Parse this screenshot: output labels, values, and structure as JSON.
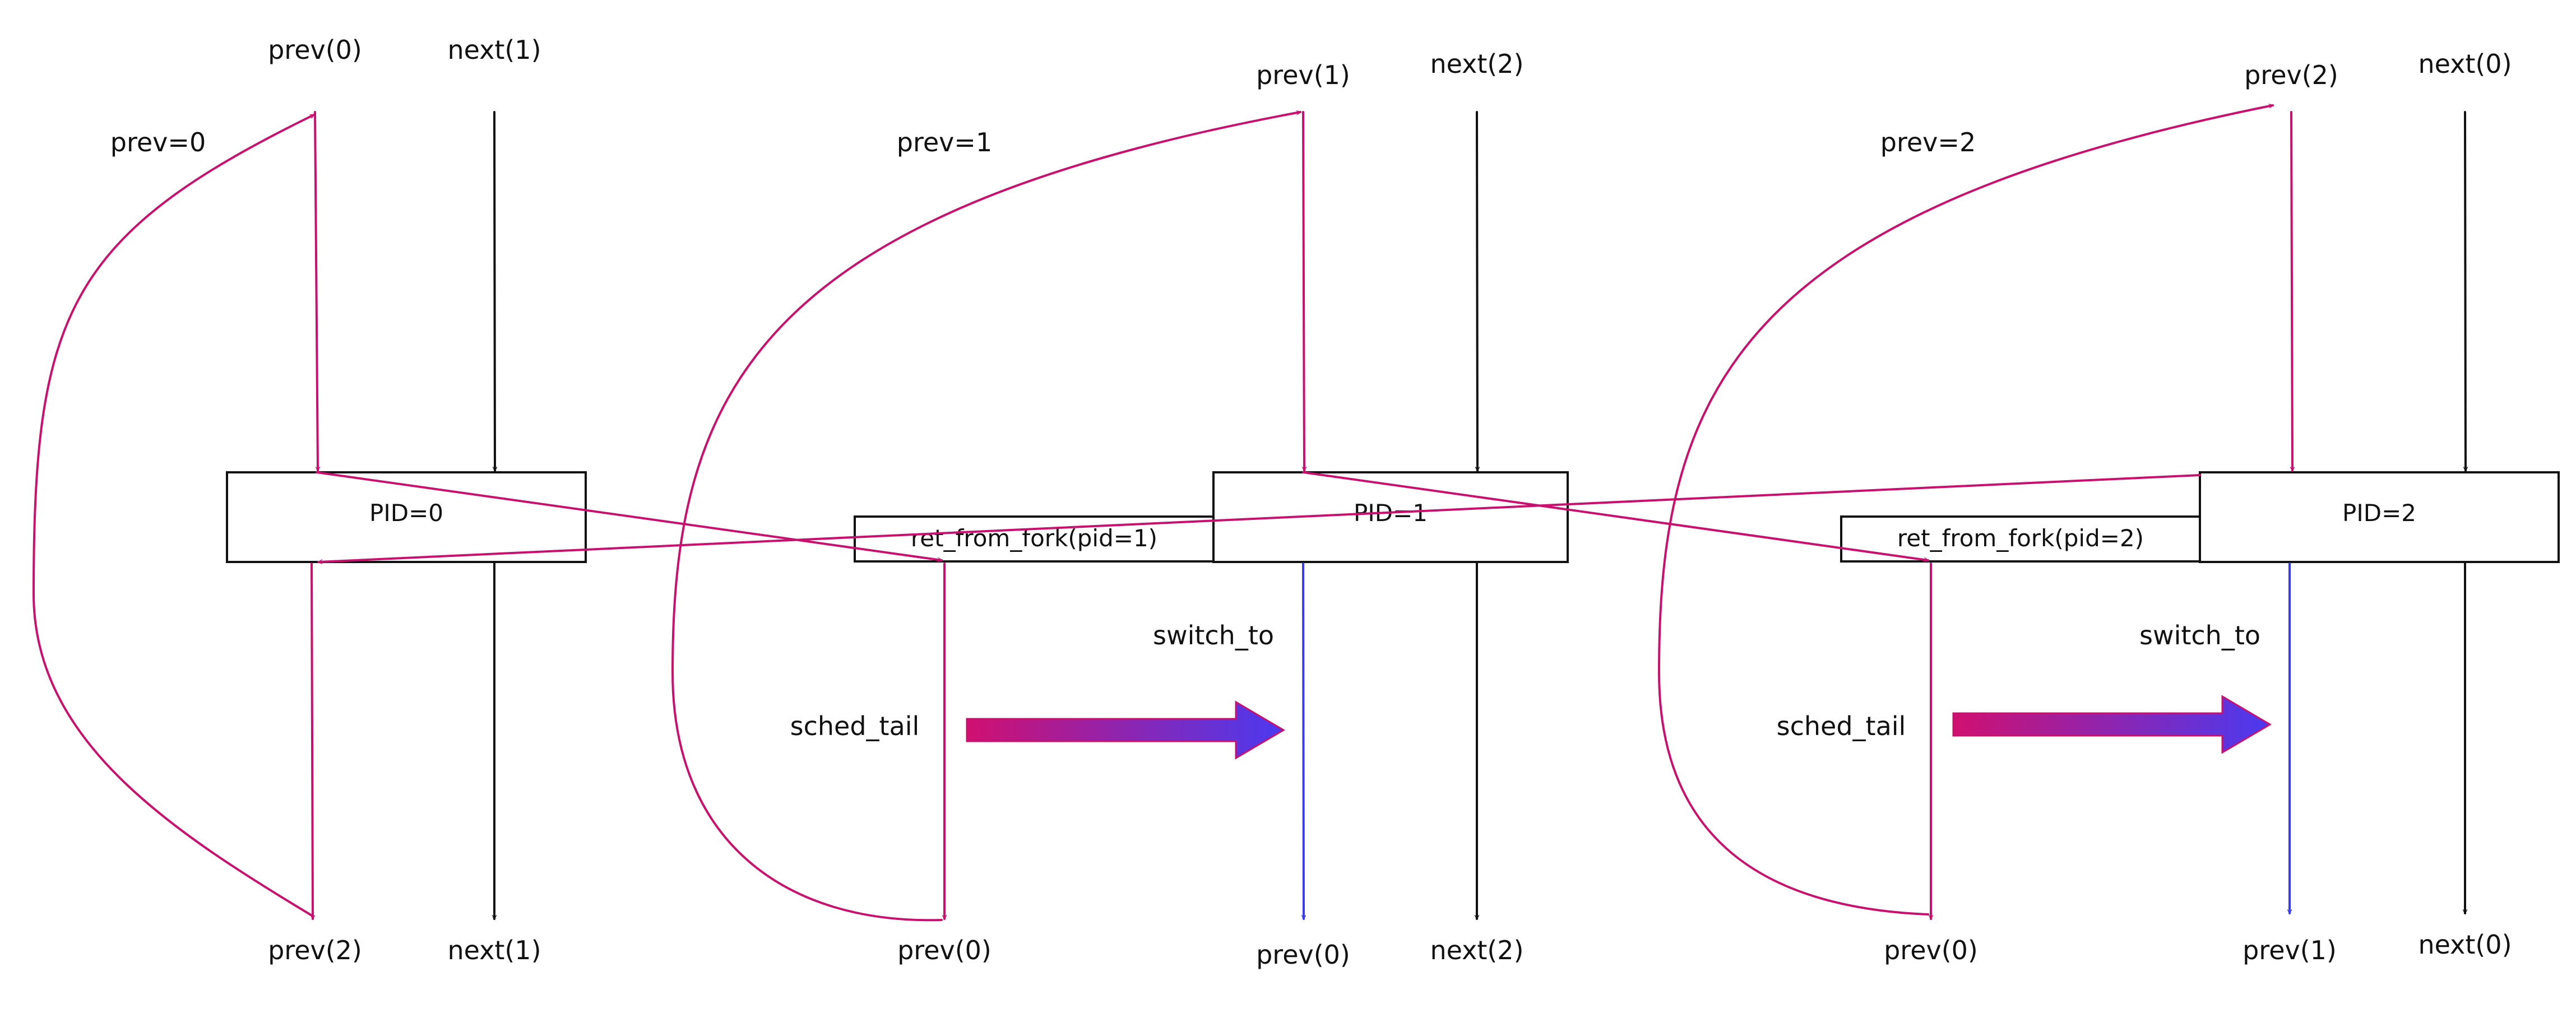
{
  "colors": {
    "pink": "#c8106e",
    "blue": "#3a3aee",
    "black": "#111111",
    "gradient_start": "#d01070",
    "gradient_end": "#4a3af0"
  },
  "labels": {
    "p0_top_prev": "prev(0)",
    "p0_top_next": "next(1)",
    "p0_assign": "prev=0",
    "p0_box": "PID=0",
    "p0_bot_prev": "prev(2)",
    "p0_bot_next": "next(1)",
    "p1_top_prev": "prev(1)",
    "p1_top_next": "next(2)",
    "p1_assign": "prev=1",
    "p1_ret": "ret_from_fork(pid=1)",
    "p1_box": "PID=1",
    "p1_switch": "switch_to",
    "p1_sched": "sched_tail",
    "p1_bot_prev_a": "prev(0)",
    "p1_bot_prev_b": "prev(0)",
    "p1_bot_next": "next(2)",
    "p2_top_prev": "prev(2)",
    "p2_top_next": "next(0)",
    "p2_assign": "prev=2",
    "p2_ret": "ret_from_fork(pid=2)",
    "p2_box": "PID=2",
    "p2_switch": "switch_to",
    "p2_sched": "sched_tail",
    "p2_bot_prev_a": "prev(0)",
    "p2_bot_prev_b": "prev(1)",
    "p2_bot_next": "next(0)"
  }
}
